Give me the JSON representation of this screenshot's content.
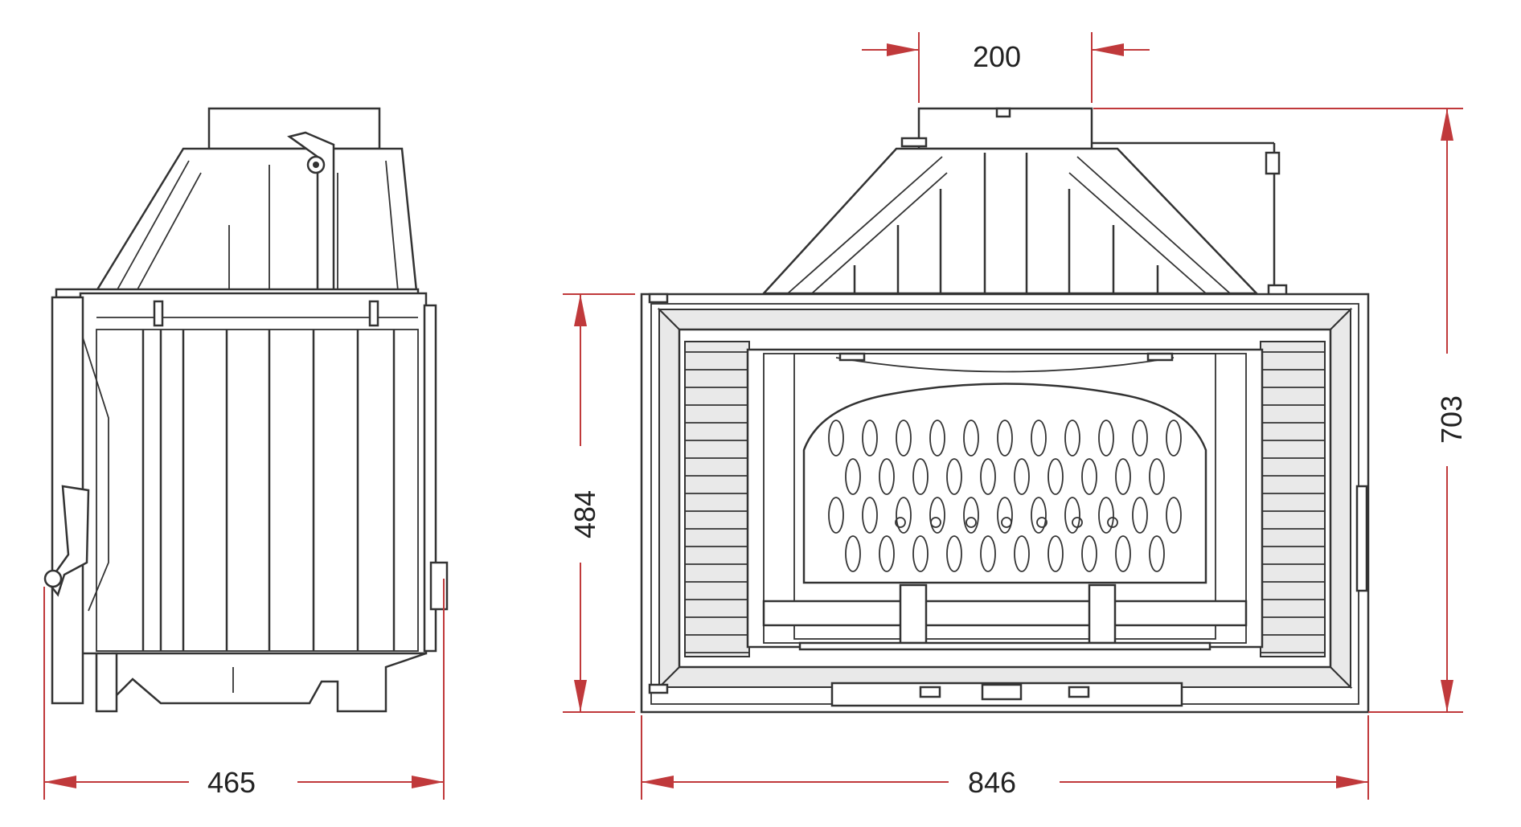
{
  "dimensions": {
    "side_depth": "465",
    "front_width": "846",
    "flue_diameter": "200",
    "door_height": "484",
    "total_height": "703"
  },
  "colors": {
    "dimension_line": "#c0393b",
    "outline": "#333333",
    "background": "#ffffff"
  }
}
